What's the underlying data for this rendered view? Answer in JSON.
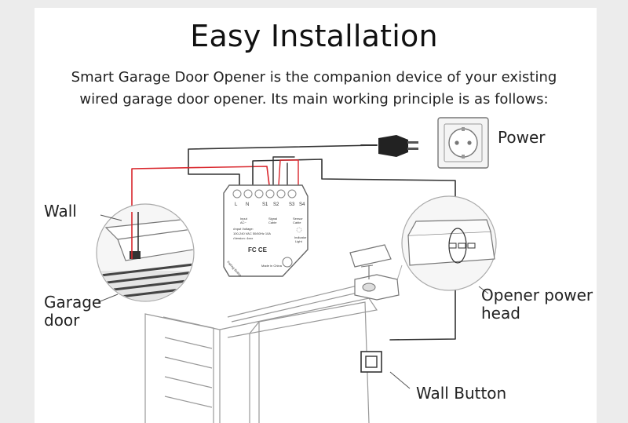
{
  "title": "Easy Installation",
  "subtitle": {
    "line1": "Smart Garage Door Opener is the companion device of your existing",
    "line2": "wired garage door opener. Its main working principle is as follows:"
  },
  "labels": {
    "power": "Power",
    "wall": "Wall",
    "garage_line1": "Garage",
    "garage_line2": "door",
    "opener_line1": "Opener power",
    "opener_line2": "head",
    "wall_button": "Wall Button"
  },
  "module": {
    "terminals": [
      "L",
      "N",
      "S1",
      "S2",
      "S3",
      "S4"
    ],
    "input_label_1": "Input",
    "input_label_2": "AC~",
    "signal_label_1": "Signal",
    "signal_label_2": "Cable",
    "sensor_label_1": "Sensor",
    "sensor_label_2": "Cable",
    "spec_1": "•Input Voltage:",
    "spec_2": "100-240 VAC  50/60Hz 10A",
    "spec_3": "•Version: 4xxx",
    "indicator_1": "Indicator",
    "indicator_2": "Light",
    "marks": "FC CE",
    "made_in": "Made in China",
    "pairing": "Pairing Button"
  },
  "colors": {
    "red_wire": "#d9262c",
    "wire": "#333333",
    "line_art": "#888888",
    "background": "#ececec"
  }
}
